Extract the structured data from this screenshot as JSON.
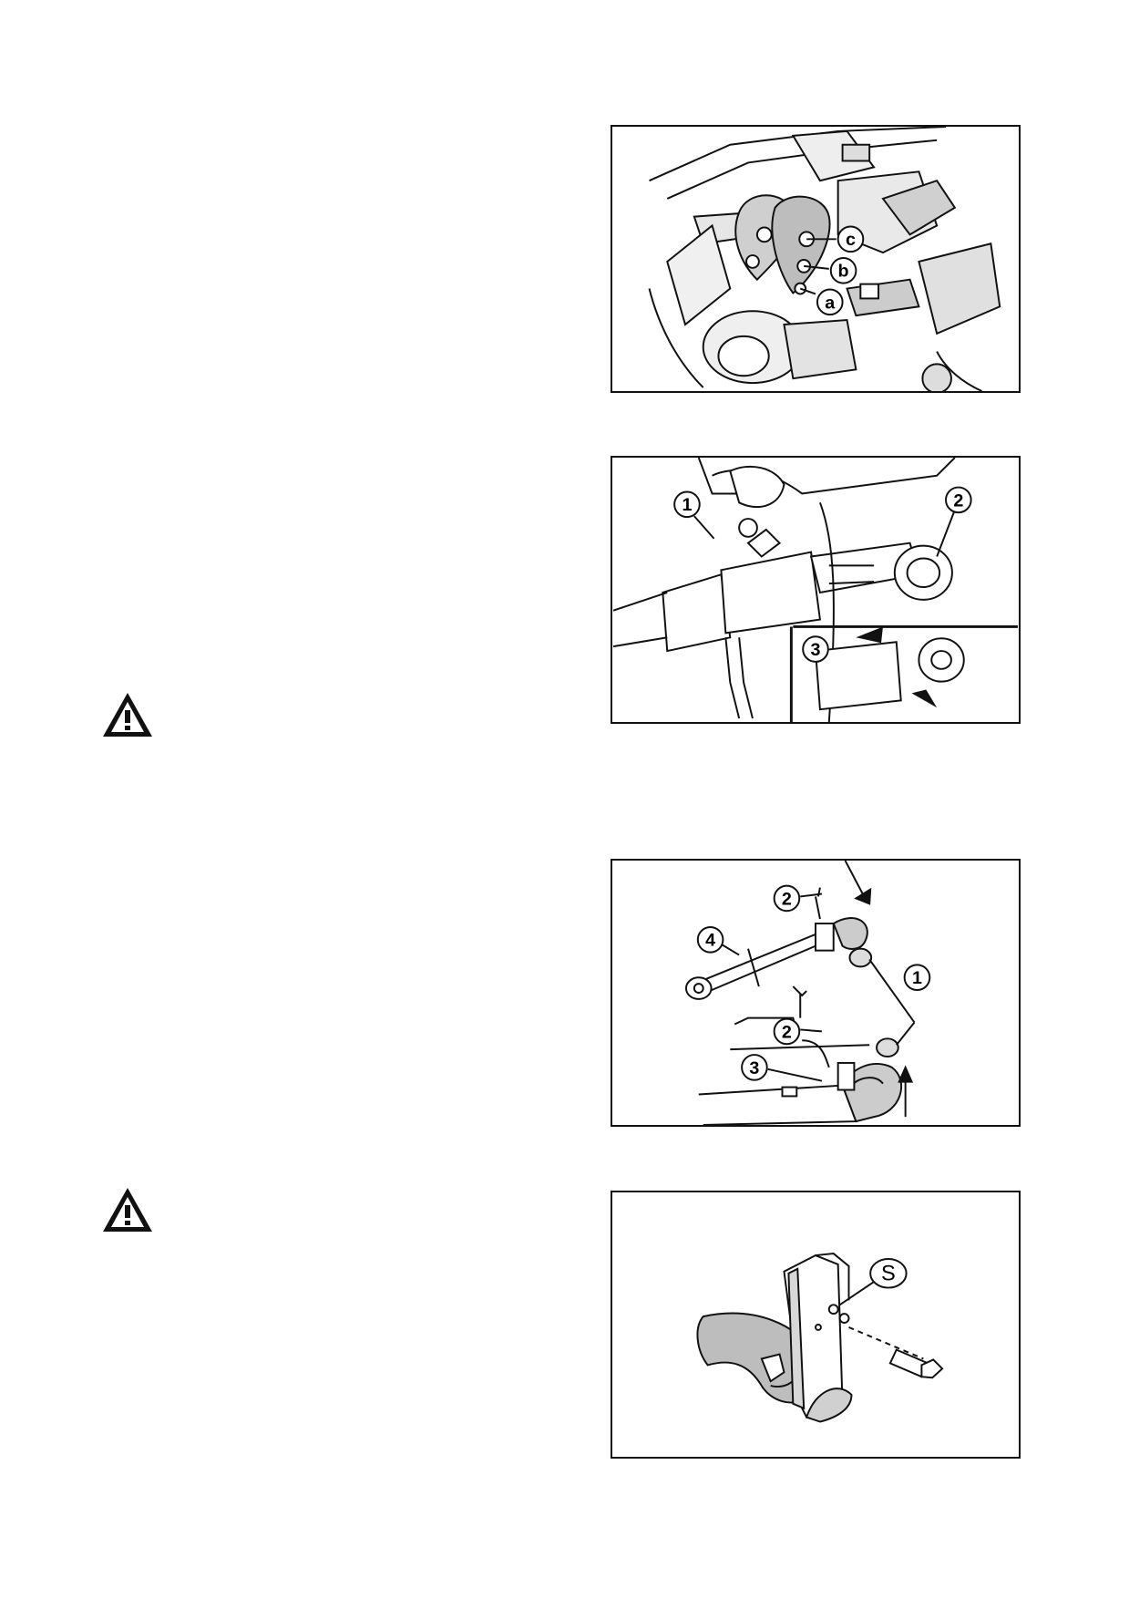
{
  "figures": [
    {
      "id": "linkage-holes",
      "callouts": [
        "c",
        "b",
        "a"
      ]
    },
    {
      "id": "stabilizer-adjust",
      "callouts": [
        "1",
        "2",
        "3"
      ]
    },
    {
      "id": "hook-assembly",
      "callouts": [
        "2",
        "4",
        "1",
        "2",
        "3"
      ]
    },
    {
      "id": "hook-bolt",
      "callouts": [
        "S"
      ]
    }
  ],
  "warnings": [
    {
      "icon": "warning-triangle-icon"
    },
    {
      "icon": "warning-triangle-icon"
    }
  ],
  "colors": {
    "line": "#111111",
    "shade": "#9a9a9a",
    "light": "#d9d9d9"
  }
}
